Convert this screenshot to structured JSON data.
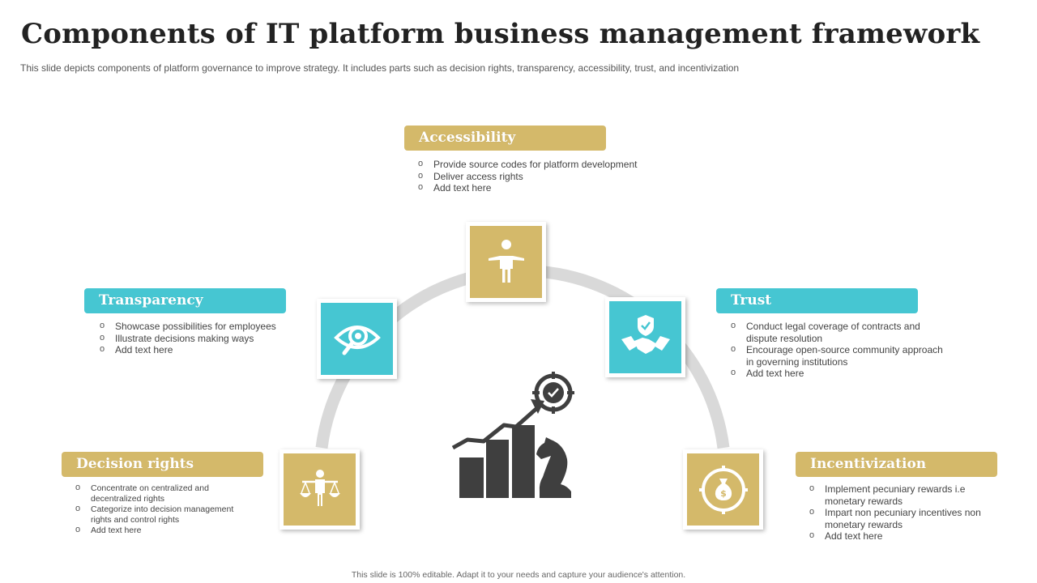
{
  "header": {
    "title": "Components of IT platform business management framework",
    "subtitle": "This slide depicts components of platform governance to improve strategy. It includes parts such as decision rights, transparency, accessibility, trust, and incentivization"
  },
  "footer": "This slide is 100% editable. Adapt it to your needs and capture your audience's attention.",
  "colors": {
    "gold": "#d4b96a",
    "teal": "#46c6d2",
    "arc": "#d9d9d9",
    "icon_dark": "#3f3f3f"
  },
  "components": {
    "accessibility": {
      "title": "Accessibility",
      "icon": "person-arms-out-icon",
      "points": [
        "Provide source codes for platform development",
        "Deliver access rights",
        "Add text here"
      ]
    },
    "transparency": {
      "title": "Transparency",
      "icon": "eye-magnifier-icon",
      "points": [
        "Showcase possibilities for employees",
        "Illustrate decisions making ways",
        "Add text here"
      ]
    },
    "trust": {
      "title": "Trust",
      "icon": "handshake-shield-icon",
      "points": [
        "Conduct legal coverage of contracts and dispute resolution",
        "Encourage open-source community approach in governing institutions",
        "Add text here"
      ]
    },
    "decision_rights": {
      "title": "Decision rights",
      "icon": "person-balance-scale-icon",
      "points": [
        "Concentrate on centralized and decentralized rights",
        "Categorize into decision management rights and control rights",
        "Add text here"
      ]
    },
    "incentivization": {
      "title": "Incentivization",
      "icon": "money-bag-target-icon",
      "points": [
        "Implement pecuniary rewards i.e monetary rewards",
        "Impart  non pecuniary incentives  non monetary rewards",
        "Add text here"
      ]
    }
  },
  "center_icon": "growth-chart-chess-knight-target-icon"
}
